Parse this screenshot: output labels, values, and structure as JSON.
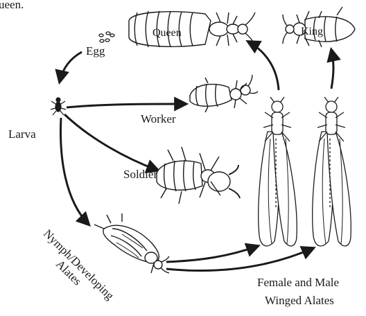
{
  "header_fragment": "ueen.",
  "labels": {
    "queen": "Queen",
    "king": "King",
    "egg": "Egg",
    "larva": "Larva",
    "worker": "Worker",
    "soldier": "Soldier",
    "nymph": "Nymph/Developing",
    "alates_word": "Alates",
    "winged_line1": "Female and Male",
    "winged_line2": "Winged Alates"
  },
  "icons": {
    "queen": "termite-queen-icon",
    "king": "termite-king-icon",
    "egg": "eggs-icon",
    "larva": "larva-icon",
    "worker": "termite-worker-icon",
    "soldier": "termite-soldier-icon",
    "nymph": "termite-nymph-icon",
    "alate_female": "winged-alate-female-icon",
    "alate_male": "winged-alate-male-icon"
  },
  "colors": {
    "ink": "#1a1a1a",
    "background": "#ffffff"
  }
}
